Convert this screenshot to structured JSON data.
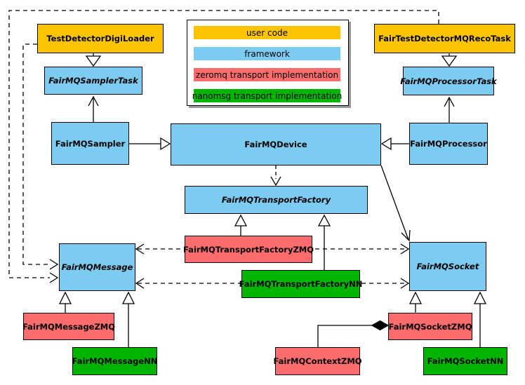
{
  "diagram_title": "FairMQ class diagram",
  "palette": {
    "user": "#FDC500",
    "framework": "#7CCBF1",
    "zeromq": "#FB6D6D",
    "nanomsg": "#00B400",
    "border": "#000000",
    "shadow": "#999999",
    "background": "#FFFFFF"
  },
  "legend": {
    "items": [
      {
        "label": "user code",
        "color": "#FDC500"
      },
      {
        "label": "framework",
        "color": "#7CCBF1"
      },
      {
        "label": "zeromq transport implementation",
        "color": "#FB6D6D"
      },
      {
        "label": "nanomsg transport implementation",
        "color": "#00B400"
      }
    ]
  },
  "nodes": {
    "testDetectorDigiLoader": {
      "label": "TestDetectorDigiLoader",
      "category": "user",
      "abstract": false
    },
    "fairTestDetectorMQRecoTask": {
      "label": "FairTestDetectorMQRecoTask",
      "category": "user",
      "abstract": false
    },
    "fairMQSamplerTask": {
      "label": "FairMQSamplerTask",
      "category": "framework",
      "abstract": true
    },
    "fairMQProcessorTask": {
      "label": "FairMQProcessorTask",
      "category": "framework",
      "abstract": true
    },
    "fairMQSampler": {
      "label": "FairMQSampler",
      "category": "framework",
      "abstract": false
    },
    "fairMQDevice": {
      "label": "FairMQDevice",
      "category": "framework",
      "abstract": false
    },
    "fairMQProcessor": {
      "label": "FairMQProcessor",
      "category": "framework",
      "abstract": false
    },
    "fairMQTransportFactory": {
      "label": "FairMQTransportFactory",
      "category": "framework",
      "abstract": true
    },
    "fairMQTransportFactoryZMQ": {
      "label": "FairMQTransportFactoryZMQ",
      "category": "zeromq",
      "abstract": false
    },
    "fairMQTransportFactoryNN": {
      "label": "FairMQTransportFactoryNN",
      "category": "nanomsg",
      "abstract": false
    },
    "fairMQMessage": {
      "label": "FairMQMessage",
      "category": "framework",
      "abstract": true
    },
    "fairMQSocket": {
      "label": "FairMQSocket",
      "category": "framework",
      "abstract": true
    },
    "fairMQMessageZMQ": {
      "label": "FairMQMessageZMQ",
      "category": "zeromq",
      "abstract": false
    },
    "fairMQMessageNN": {
      "label": "FairMQMessageNN",
      "category": "nanomsg",
      "abstract": false
    },
    "fairMQContextZMQ": {
      "label": "FairMQContextZMQ",
      "category": "zeromq",
      "abstract": false
    },
    "fairMQSocketZMQ": {
      "label": "FairMQSocketZMQ",
      "category": "zeromq",
      "abstract": false
    },
    "fairMQSocketNN": {
      "label": "FairMQSocketNN",
      "category": "nanomsg",
      "abstract": false
    }
  },
  "relationships": [
    {
      "from": "TestDetectorDigiLoader",
      "to": "FairMQSamplerTask",
      "kind": "inheritance-triangle"
    },
    {
      "from": "FairTestDetectorMQRecoTask",
      "to": "FairMQProcessorTask",
      "kind": "inheritance-triangle"
    },
    {
      "from": "FairMQSampler",
      "to": "FairMQSamplerTask",
      "kind": "open-arrow"
    },
    {
      "from": "FairMQProcessor",
      "to": "FairMQProcessorTask",
      "kind": "open-arrow"
    },
    {
      "from": "FairMQSampler",
      "to": "FairMQDevice",
      "kind": "inheritance-triangle"
    },
    {
      "from": "FairMQProcessor",
      "to": "FairMQDevice",
      "kind": "inheritance-triangle"
    },
    {
      "from": "FairMQDevice",
      "to": "FairMQTransportFactory",
      "kind": "dashed-dependency"
    },
    {
      "from": "FairMQDevice",
      "to": "FairMQSocket",
      "kind": "open-arrow"
    },
    {
      "from": "FairMQTransportFactoryZMQ",
      "to": "FairMQTransportFactory",
      "kind": "inheritance-triangle"
    },
    {
      "from": "FairMQTransportFactoryNN",
      "to": "FairMQTransportFactory",
      "kind": "inheritance-triangle"
    },
    {
      "from": "FairMQTransportFactoryZMQ",
      "to": "FairMQMessage",
      "kind": "dashed-dependency"
    },
    {
      "from": "FairMQTransportFactoryZMQ",
      "to": "FairMQSocket",
      "kind": "dashed-dependency"
    },
    {
      "from": "FairMQTransportFactoryNN",
      "to": "FairMQMessage",
      "kind": "dashed-dependency"
    },
    {
      "from": "FairMQTransportFactoryNN",
      "to": "FairMQSocket",
      "kind": "dashed-dependency"
    },
    {
      "from": "TestDetectorDigiLoader",
      "to": "FairMQMessage",
      "kind": "dashed-dependency"
    },
    {
      "from": "FairTestDetectorMQRecoTask",
      "to": "FairMQMessage",
      "kind": "dashed-dependency"
    },
    {
      "from": "FairMQMessageZMQ",
      "to": "FairMQMessage",
      "kind": "inheritance-triangle"
    },
    {
      "from": "FairMQMessageNN",
      "to": "FairMQMessage",
      "kind": "inheritance-triangle"
    },
    {
      "from": "FairMQSocketZMQ",
      "to": "FairMQSocket",
      "kind": "inheritance-triangle"
    },
    {
      "from": "FairMQSocketNN",
      "to": "FairMQSocket",
      "kind": "inheritance-triangle"
    },
    {
      "from": "FairMQContextZMQ",
      "to": "FairMQSocketZMQ",
      "kind": "composition-diamond"
    }
  ]
}
